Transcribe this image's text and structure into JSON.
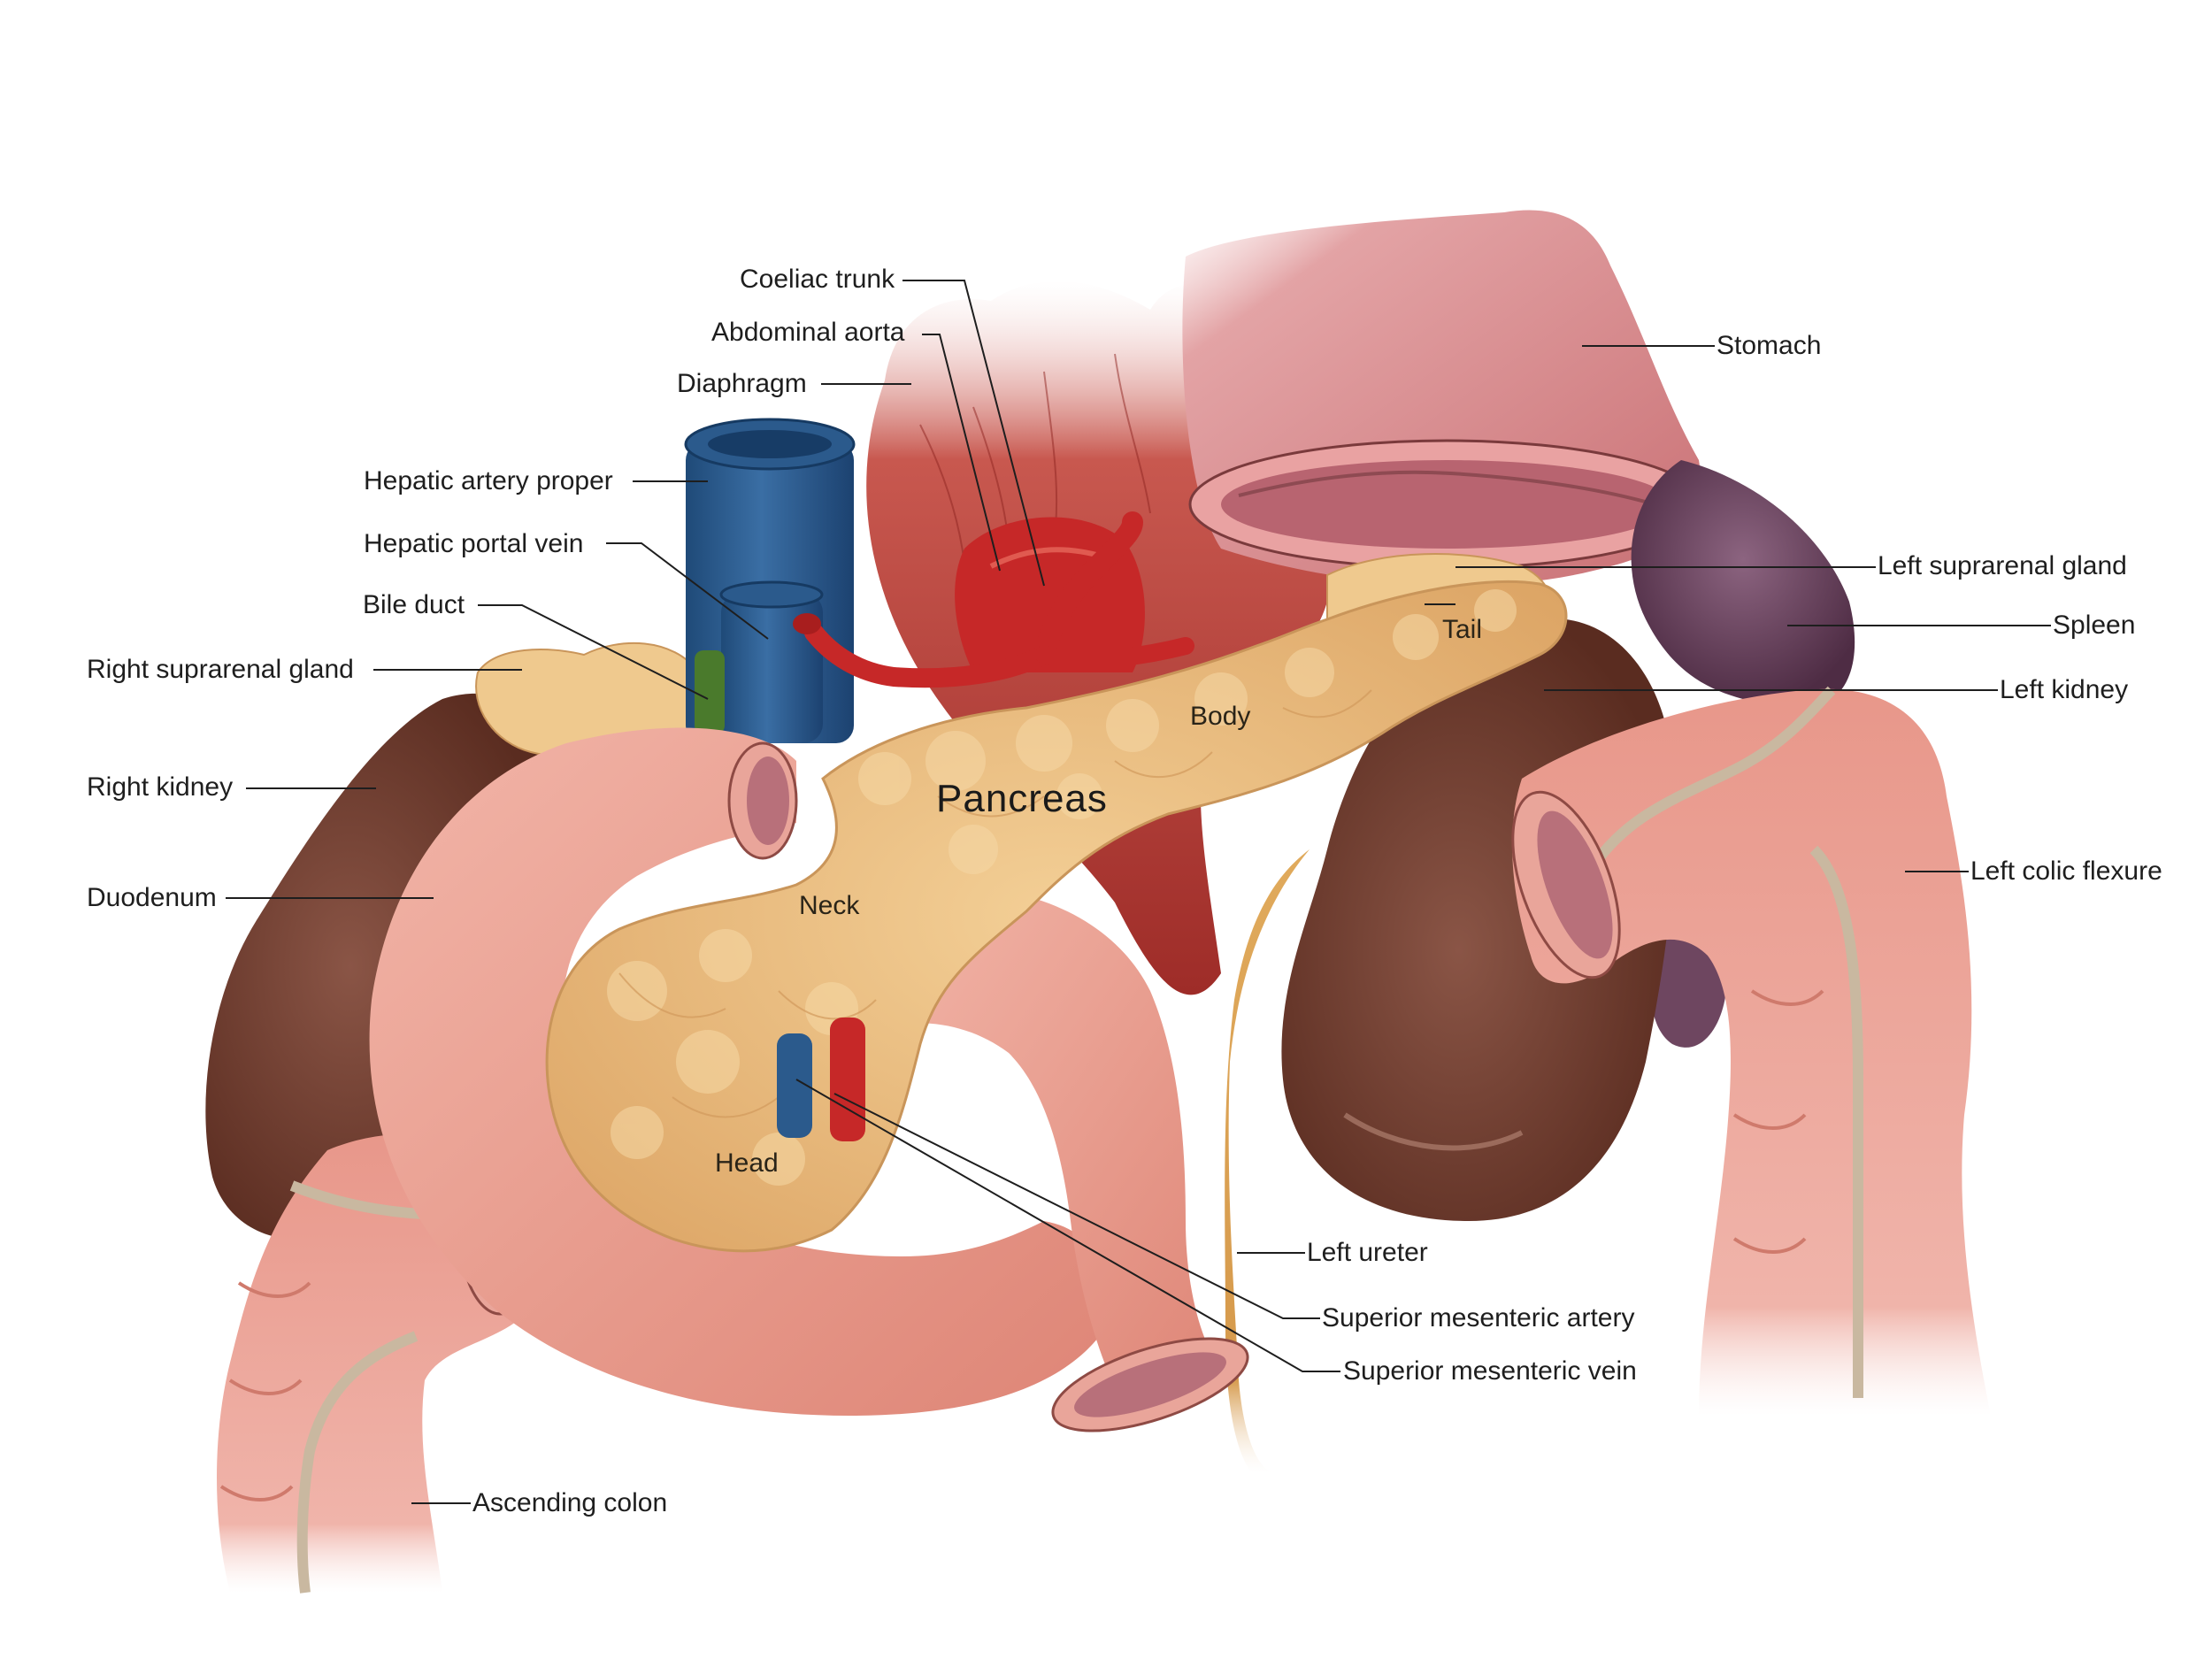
{
  "title": "Pancreas",
  "parts": {
    "head": "Head",
    "neck": "Neck",
    "body": "Body",
    "tail": "Tail"
  },
  "labels": {
    "coeliac_trunk": "Coeliac trunk",
    "abdominal_aorta": "Abdominal aorta",
    "diaphragm": "Diaphragm",
    "hepatic_artery_proper": "Hepatic artery proper",
    "hepatic_portal_vein": "Hepatic portal vein",
    "bile_duct": "Bile duct",
    "right_suprarenal_gland": "Right suprarenal gland",
    "right_kidney": "Right kidney",
    "duodenum": "Duodenum",
    "ascending_colon": "Ascending colon",
    "stomach": "Stomach",
    "left_suprarenal_gland": "Left suprarenal gland",
    "spleen": "Spleen",
    "left_kidney": "Left kidney",
    "left_colic_flexure": "Left colic flexure",
    "left_ureter": "Left ureter",
    "superior_mesenteric_artery": "Superior mesenteric artery",
    "superior_mesenteric_vein": "Superior mesenteric vein"
  },
  "colors": {
    "pancreas": "#e8b878",
    "intestine": "#e8978a",
    "kidney": "#6a3a2c",
    "spleen": "#6e4660",
    "stomach": "#d98a8c",
    "vein": "#2b5a8c",
    "artery": "#c62828",
    "muscle": "#b8423c",
    "bile_duct": "#4a7a2c"
  }
}
